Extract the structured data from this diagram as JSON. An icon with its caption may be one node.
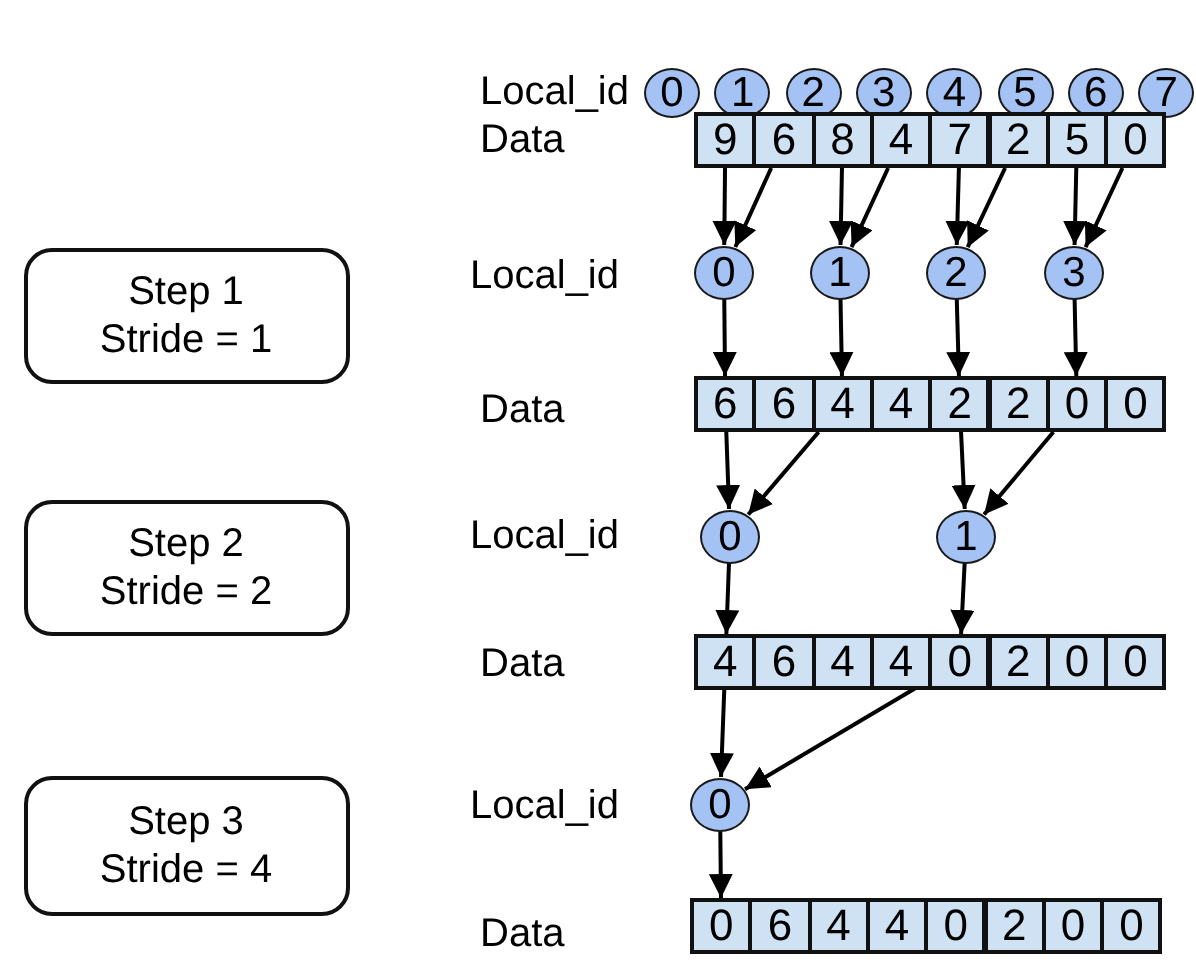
{
  "diagram": {
    "nodes": [
      {
        "text": [
          "0"
        ]
      },
      {
        "text": [
          "1"
        ]
      },
      {
        "text": [
          "2"
        ]
      },
      {
        "text": [
          "3"
        ]
      },
      {
        "text": [
          "4"
        ]
      },
      {
        "text": [
          "5"
        ]
      },
      {
        "text": [
          "6"
        ]
      },
      {
        "text": [
          "7"
        ]
      },
      {
        "text": [
          "9"
        ]
      },
      {
        "text": [
          "6"
        ]
      },
      {
        "text": [
          "8"
        ]
      },
      {
        "text": [
          "4"
        ]
      },
      {
        "text": [
          "7"
        ]
      },
      {
        "text": [
          "2"
        ]
      },
      {
        "text": [
          "5"
        ]
      },
      {
        "text": [
          "0"
        ]
      },
      {
        "text": [
          "Step 1",
          "Stride = 1"
        ]
      },
      {
        "text": [
          "0"
        ]
      },
      {
        "text": [
          "1"
        ]
      },
      {
        "text": [
          "2"
        ]
      },
      {
        "text": [
          "3"
        ]
      },
      {
        "text": [
          "6"
        ]
      },
      {
        "text": [
          "6"
        ]
      },
      {
        "text": [
          "4"
        ]
      },
      {
        "text": [
          "4"
        ]
      },
      {
        "text": [
          "2"
        ]
      },
      {
        "text": [
          "2"
        ]
      },
      {
        "text": [
          "0"
        ]
      },
      {
        "text": [
          "0"
        ]
      },
      {
        "text": [
          "Step 2",
          "Stride = 2"
        ]
      },
      {
        "text": [
          "0"
        ]
      },
      {
        "text": [
          "1"
        ]
      },
      {
        "text": [
          "4"
        ]
      },
      {
        "text": [
          "6"
        ]
      },
      {
        "text": [
          "4"
        ]
      },
      {
        "text": [
          "4"
        ]
      },
      {
        "text": [
          "0"
        ]
      },
      {
        "text": [
          "2"
        ]
      },
      {
        "text": [
          "0"
        ]
      },
      {
        "text": [
          "0"
        ]
      },
      {
        "text": [
          "Step 3",
          "Stride = 4"
        ]
      },
      {
        "text": [
          "0"
        ]
      },
      {
        "text": [
          "0"
        ]
      },
      {
        "text": [
          "6"
        ]
      },
      {
        "text": [
          "4"
        ]
      },
      {
        "text": [
          "4"
        ]
      },
      {
        "text": [
          "0"
        ]
      },
      {
        "text": [
          "2"
        ]
      },
      {
        "text": [
          "0"
        ]
      },
      {
        "text": [
          "0"
        ]
      }
    ],
    "edges": [
      {
        "from": 8,
        "to": 17,
        "arrow": "to"
      },
      {
        "from": 9,
        "to": 17,
        "arrow": "to"
      },
      {
        "from": 10,
        "to": 18,
        "arrow": "to"
      },
      {
        "from": 11,
        "to": 18,
        "arrow": "to"
      },
      {
        "from": 12,
        "to": 19,
        "arrow": "to"
      },
      {
        "from": 13,
        "to": 19,
        "arrow": "to"
      },
      {
        "from": 14,
        "to": 20,
        "arrow": "to"
      },
      {
        "from": 15,
        "to": 20,
        "arrow": "to"
      },
      {
        "from": 17,
        "to": 21,
        "arrow": "to"
      },
      {
        "from": 18,
        "to": 23,
        "arrow": "to"
      },
      {
        "from": 19,
        "to": 25,
        "arrow": "to"
      },
      {
        "from": 20,
        "to": 27,
        "arrow": "to"
      },
      {
        "from": 21,
        "to": 30,
        "arrow": "to"
      },
      {
        "from": 23,
        "to": 30,
        "arrow": "to"
      },
      {
        "from": 25,
        "to": 31,
        "arrow": "to"
      },
      {
        "from": 27,
        "to": 31,
        "arrow": "to"
      },
      {
        "from": 30,
        "to": 32,
        "arrow": "to"
      },
      {
        "from": 31,
        "to": 36,
        "arrow": "to"
      },
      {
        "from": 32,
        "to": 41,
        "arrow": "to"
      },
      {
        "from": 36,
        "to": 41,
        "arrow": "to"
      },
      {
        "from": 41,
        "to": 42,
        "arrow": "to"
      }
    ],
    "labels": [
      "Local_id",
      "Data",
      "Local_id",
      "Data",
      "Local_id",
      "Data",
      "Local_id",
      "Data"
    ]
  }
}
